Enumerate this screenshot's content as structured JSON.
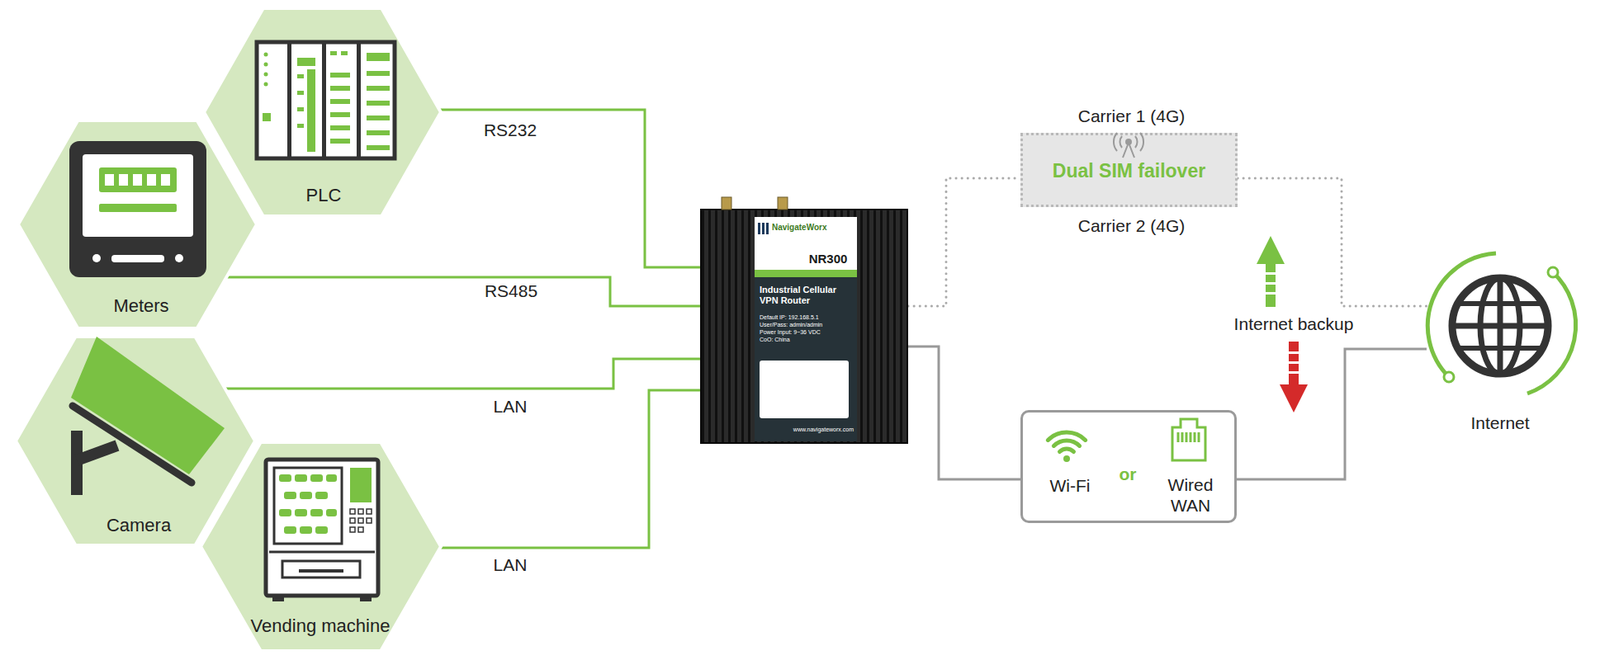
{
  "diagram": {
    "nodes": [
      {
        "text": [
          "PLC"
        ]
      },
      {
        "text": [
          "Meters"
        ]
      },
      {
        "text": [
          "Camera"
        ]
      },
      {
        "text": [
          "Vending machine"
        ]
      },
      {
        "text": [
          "NavigateWorx",
          "NR300",
          "Industrial Cellular VPN Router",
          "Default IP: 192.168.5.1",
          "User/Pass: admin/admin",
          "Power Input: 9~36 VDC",
          "CoO: China",
          "www.navigateworx.com"
        ]
      },
      {
        "text": [
          "Carrier 1 (4G)",
          "Dual SIM failover",
          "Carrier 2 (4G)"
        ]
      },
      {
        "text": [
          "Wi-Fi",
          "or",
          "Wired WAN"
        ]
      },
      {
        "text": [
          "Internet"
        ]
      }
    ],
    "edges": [
      {
        "from": 0,
        "to": 4,
        "label": "RS232",
        "arrow": "none"
      },
      {
        "from": 1,
        "to": 4,
        "label": "RS485",
        "arrow": "none"
      },
      {
        "from": 2,
        "to": 4,
        "label": "LAN",
        "arrow": "none"
      },
      {
        "from": 3,
        "to": 4,
        "label": "LAN",
        "arrow": "none"
      },
      {
        "from": 4,
        "to": 5,
        "arrow": "none"
      },
      {
        "from": 5,
        "to": 7,
        "arrow": "none"
      },
      {
        "from": 4,
        "to": 6,
        "arrow": "none"
      },
      {
        "from": 6,
        "to": 7,
        "arrow": "none"
      }
    ],
    "labels": [
      "Internet backup"
    ]
  }
}
